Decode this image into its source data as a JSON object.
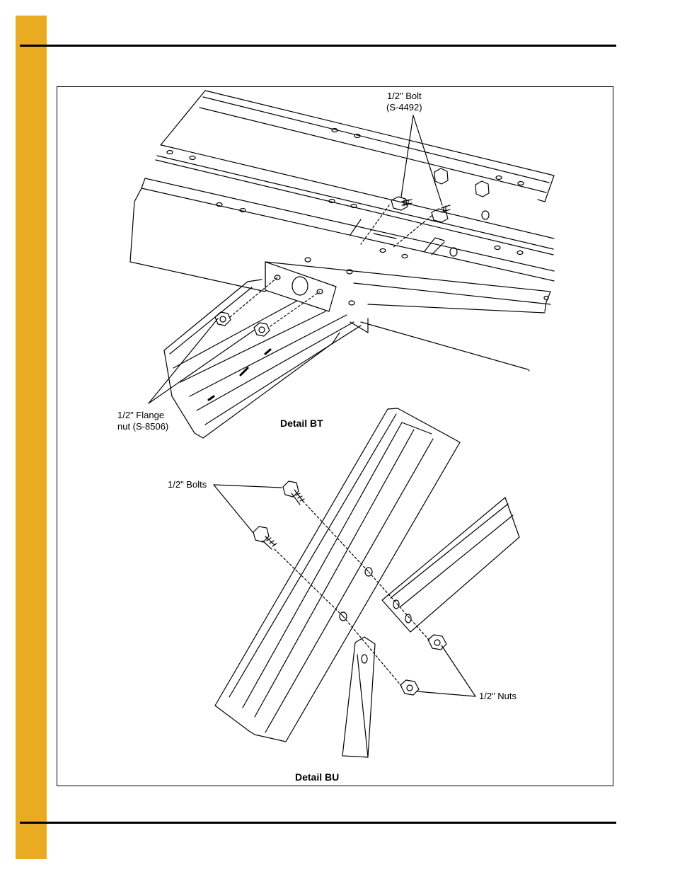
{
  "detail_bt": {
    "title": "Detail BT",
    "bolt_label_line1": "1/2\" Bolt",
    "bolt_label_line2": "(S-4492)",
    "nut_label_line1": "1/2\" Flange",
    "nut_label_line2": "nut (S-8506)"
  },
  "detail_bu": {
    "title": "Detail BU",
    "bolts_label": "1/2\" Bolts",
    "nuts_label": "1/2\" Nuts"
  },
  "colors": {
    "side_tab": "#e8ab22",
    "rule": "#000000",
    "line": "#000000"
  }
}
